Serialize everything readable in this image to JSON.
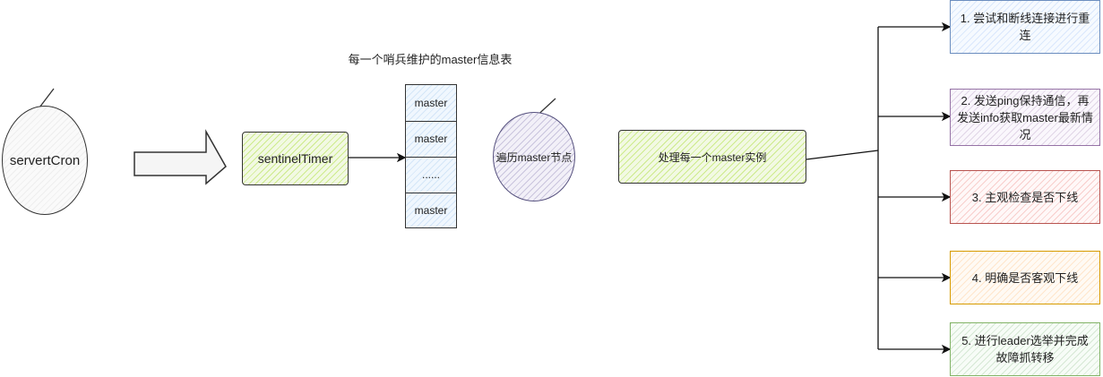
{
  "title": "每一个哨兵维护的master信息表",
  "nodes": {
    "serverCron": "servertCron",
    "sentinelTimer": "sentinelTimer",
    "traverse": "遍历master节点",
    "process": "处理每一个master实例"
  },
  "table": [
    "master",
    "master",
    "......",
    "master"
  ],
  "steps": [
    {
      "label": "1. 尝试和断线连接进行重连",
      "color": "#6c8ebf",
      "fill": "#dae8fc"
    },
    {
      "label": "2. 发送ping保持通信，再发送info获取master最新情况",
      "color": "#9673a6",
      "fill": "#e1d5e7"
    },
    {
      "label": "3. 主观检查是否下线",
      "color": "#b85450",
      "fill": "#f8cecc"
    },
    {
      "label": "4. 明确是否客观下线",
      "color": "#d79b00",
      "fill": "#ffe6cc"
    },
    {
      "label": "5. 进行leader选举并完成故障抓转移",
      "color": "#82b366",
      "fill": "#d5e8d4"
    }
  ]
}
